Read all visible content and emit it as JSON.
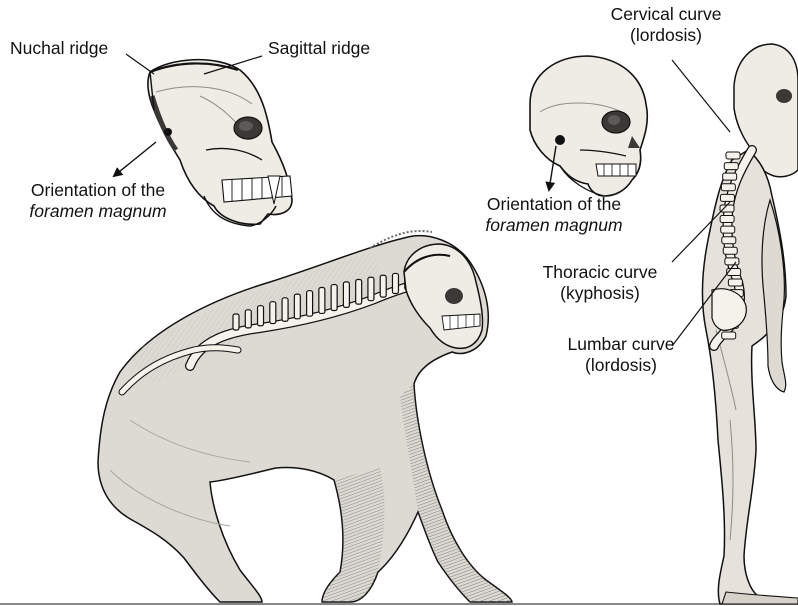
{
  "labels": {
    "nuchal_ridge": "Nuchal ridge",
    "sagittal_ridge": "Sagittal ridge",
    "gorilla_foramen_line1": "Orientation of the",
    "gorilla_foramen_line2": "foramen magnum",
    "human_foramen_line1": "Orientation of the",
    "human_foramen_line2": "foramen magnum",
    "cervical_line1": "Cervical curve",
    "cervical_line2": "(lordosis)",
    "thoracic_line1": "Thoracic curve",
    "thoracic_line2": "(kyphosis)",
    "lumbar_line1": "Lumbar curve",
    "lumbar_line2": "(lordosis)"
  },
  "colors": {
    "ink": "#111111",
    "bone": "#f4f1ea",
    "fur": "#dad8d3",
    "fur_dark": "#8c8a85",
    "skin": "#e3dfd8"
  }
}
